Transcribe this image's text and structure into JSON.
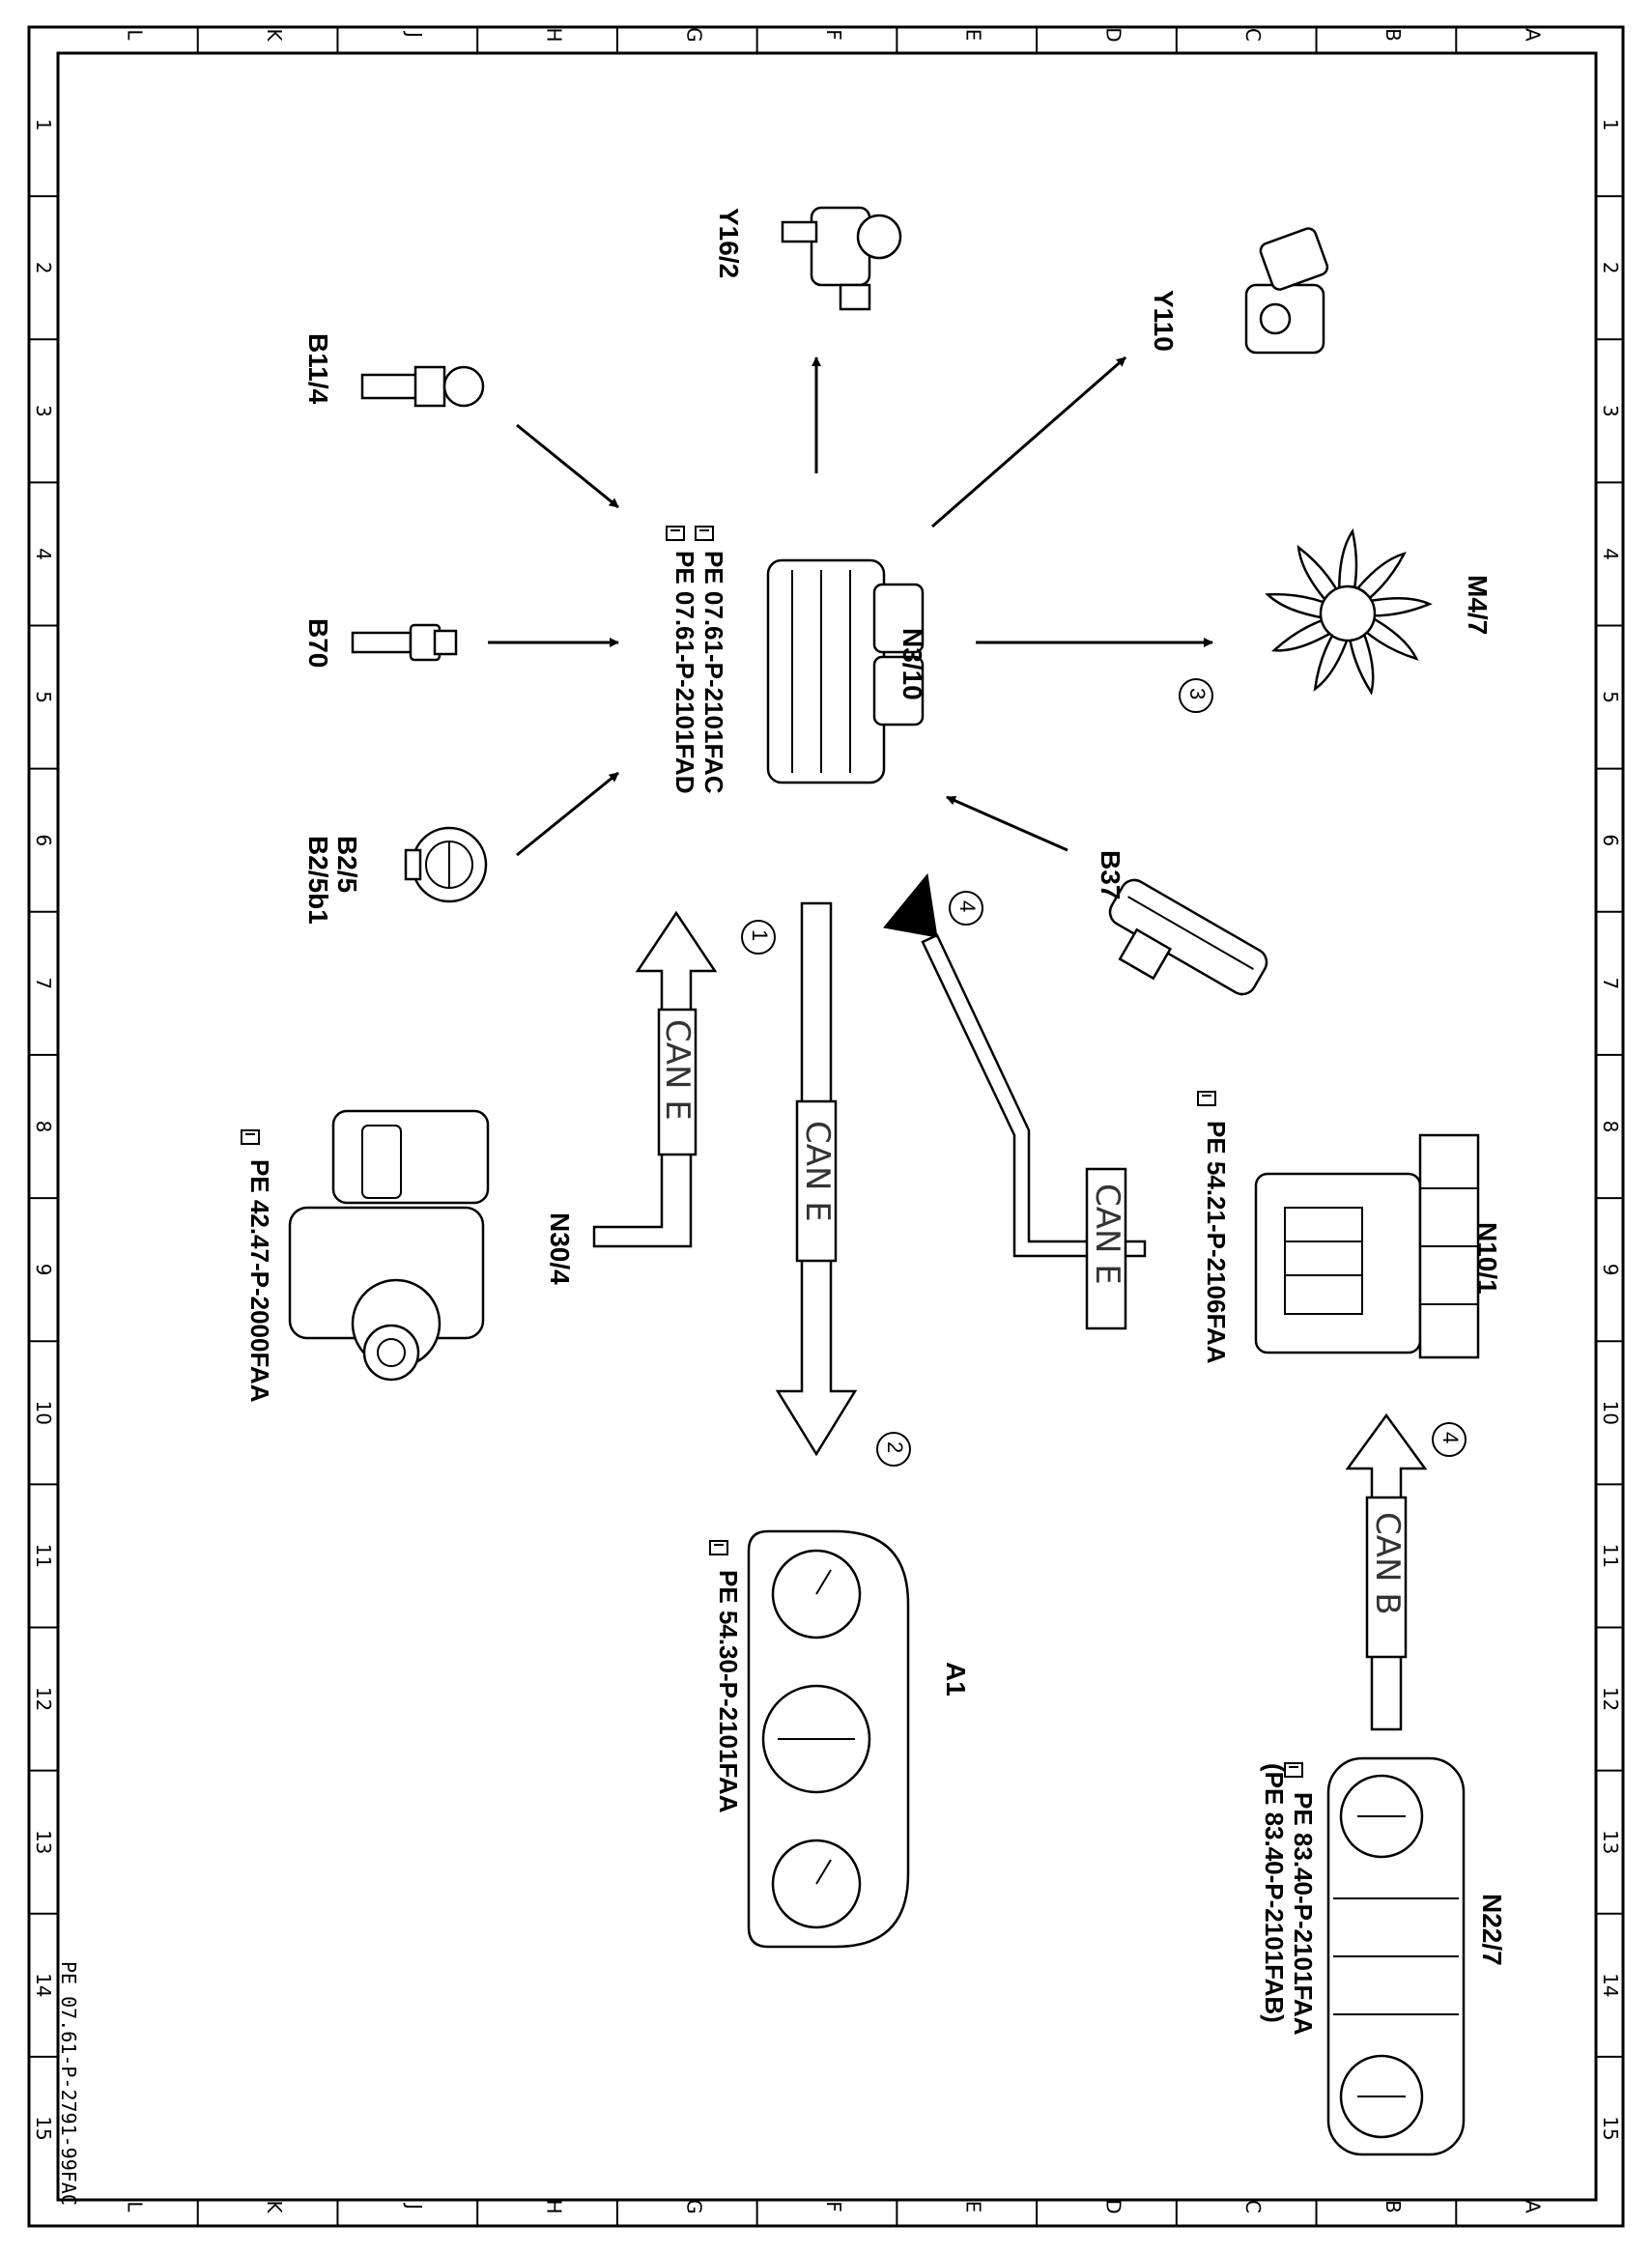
{
  "grid": {
    "letters": [
      "L",
      "K",
      "J",
      "H",
      "G",
      "F",
      "E",
      "D",
      "C",
      "B",
      "A"
    ],
    "numbers": [
      "1",
      "2",
      "3",
      "4",
      "5",
      "6",
      "7",
      "8",
      "9",
      "10",
      "11",
      "12",
      "13",
      "14",
      "15"
    ]
  },
  "document_id": "PE 07.61-P-2791-99FAC",
  "central_unit": {
    "label": "N3/10",
    "refs": [
      "PE 07.61-P-2101FAC",
      "PE 07.61-P-2101FAD"
    ]
  },
  "components": {
    "y16_2": {
      "label": "Y16/2"
    },
    "y110": {
      "label": "Y110"
    },
    "b11_4": {
      "label": "B11/4"
    },
    "b70": {
      "label": "B70"
    },
    "b2": {
      "label1": "B2/5",
      "label2": "B2/5b1"
    },
    "m4_7": {
      "label": "M4/7"
    },
    "b37": {
      "label": "B37"
    },
    "n30_4": {
      "label": "N30/4",
      "ref": "PE 42.47-P-2000FAA"
    },
    "n10_1": {
      "label": "N10/1",
      "ref": "PE 54.21-P-2106FAA"
    },
    "a1": {
      "label": "A1",
      "ref": "PE 54.30-P-2101FAA"
    },
    "n22_7": {
      "label": "N22/7",
      "ref1": "PE 83.40-P-2101FAA",
      "ref2": "(PE 83.40-P-2101FAB)"
    }
  },
  "buses": {
    "bus1": {
      "text": "CAN E",
      "number": "1"
    },
    "bus2": {
      "text": "CAN E",
      "number": "2"
    },
    "bus4a": {
      "text": "CAN E",
      "number": "4"
    },
    "bus4b": {
      "text": "CAN B",
      "number": "4"
    },
    "m47_number": "3"
  }
}
